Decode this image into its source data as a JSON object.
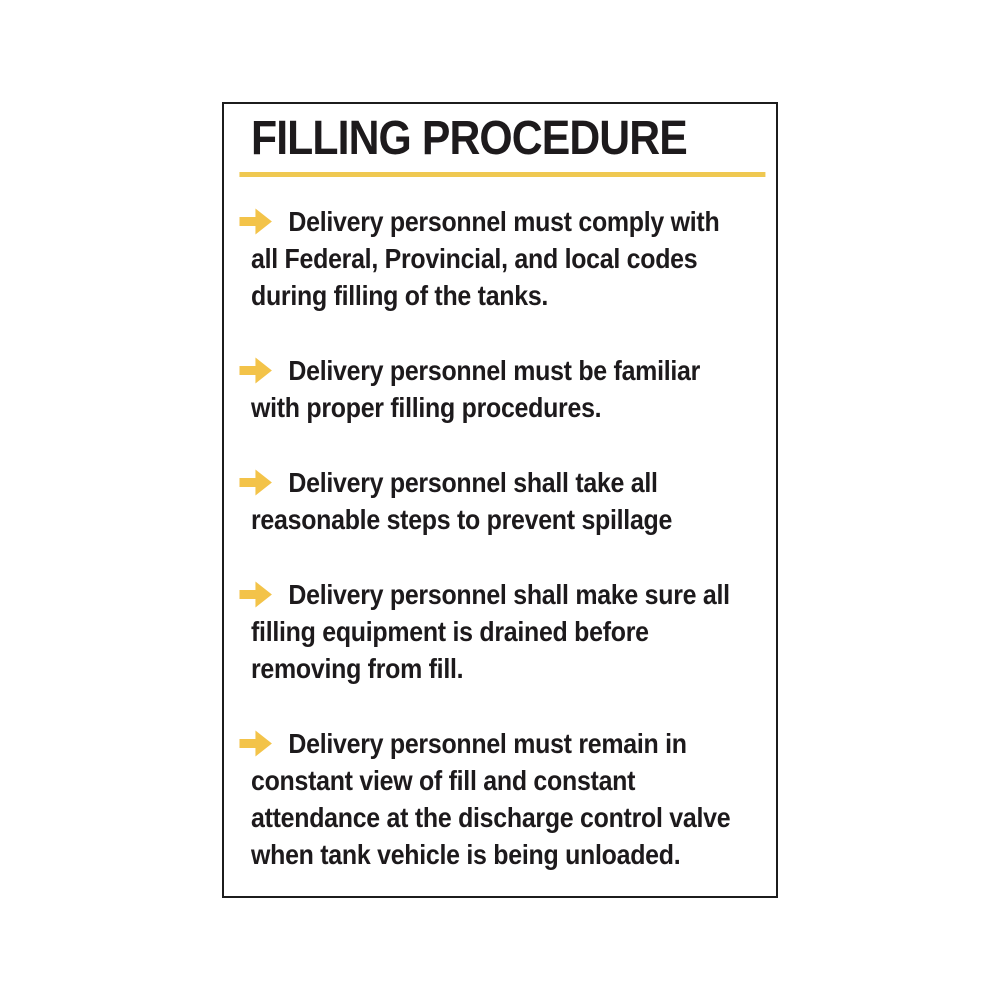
{
  "sign": {
    "title": "FILLING PROCEDURE",
    "bullets": [
      {
        "lines": [
          "Delivery personnel must comply with",
          "all Federal, Provincial, and local codes",
          "during filling of the tanks."
        ]
      },
      {
        "lines": [
          "Delivery personnel must be familiar",
          "with proper filling procedures."
        ]
      },
      {
        "lines": [
          "Delivery personnel shall take all",
          "reasonable steps to prevent spillage"
        ]
      },
      {
        "lines": [
          "Delivery personnel shall make sure all",
          "filling equipment is drained before",
          "removing from fill."
        ]
      },
      {
        "lines": [
          "Delivery personnel must remain in",
          "constant view of fill and constant",
          "attendance at the discharge control valve",
          "when tank vehicle is being unloaded."
        ]
      }
    ],
    "bullet_icon": "arrow-right-icon",
    "colors": {
      "arrow": "#f3c349",
      "rule": "#efc851",
      "text": "#1d1a1c",
      "border": "#1c1c1c",
      "background": "#ffffff"
    }
  }
}
